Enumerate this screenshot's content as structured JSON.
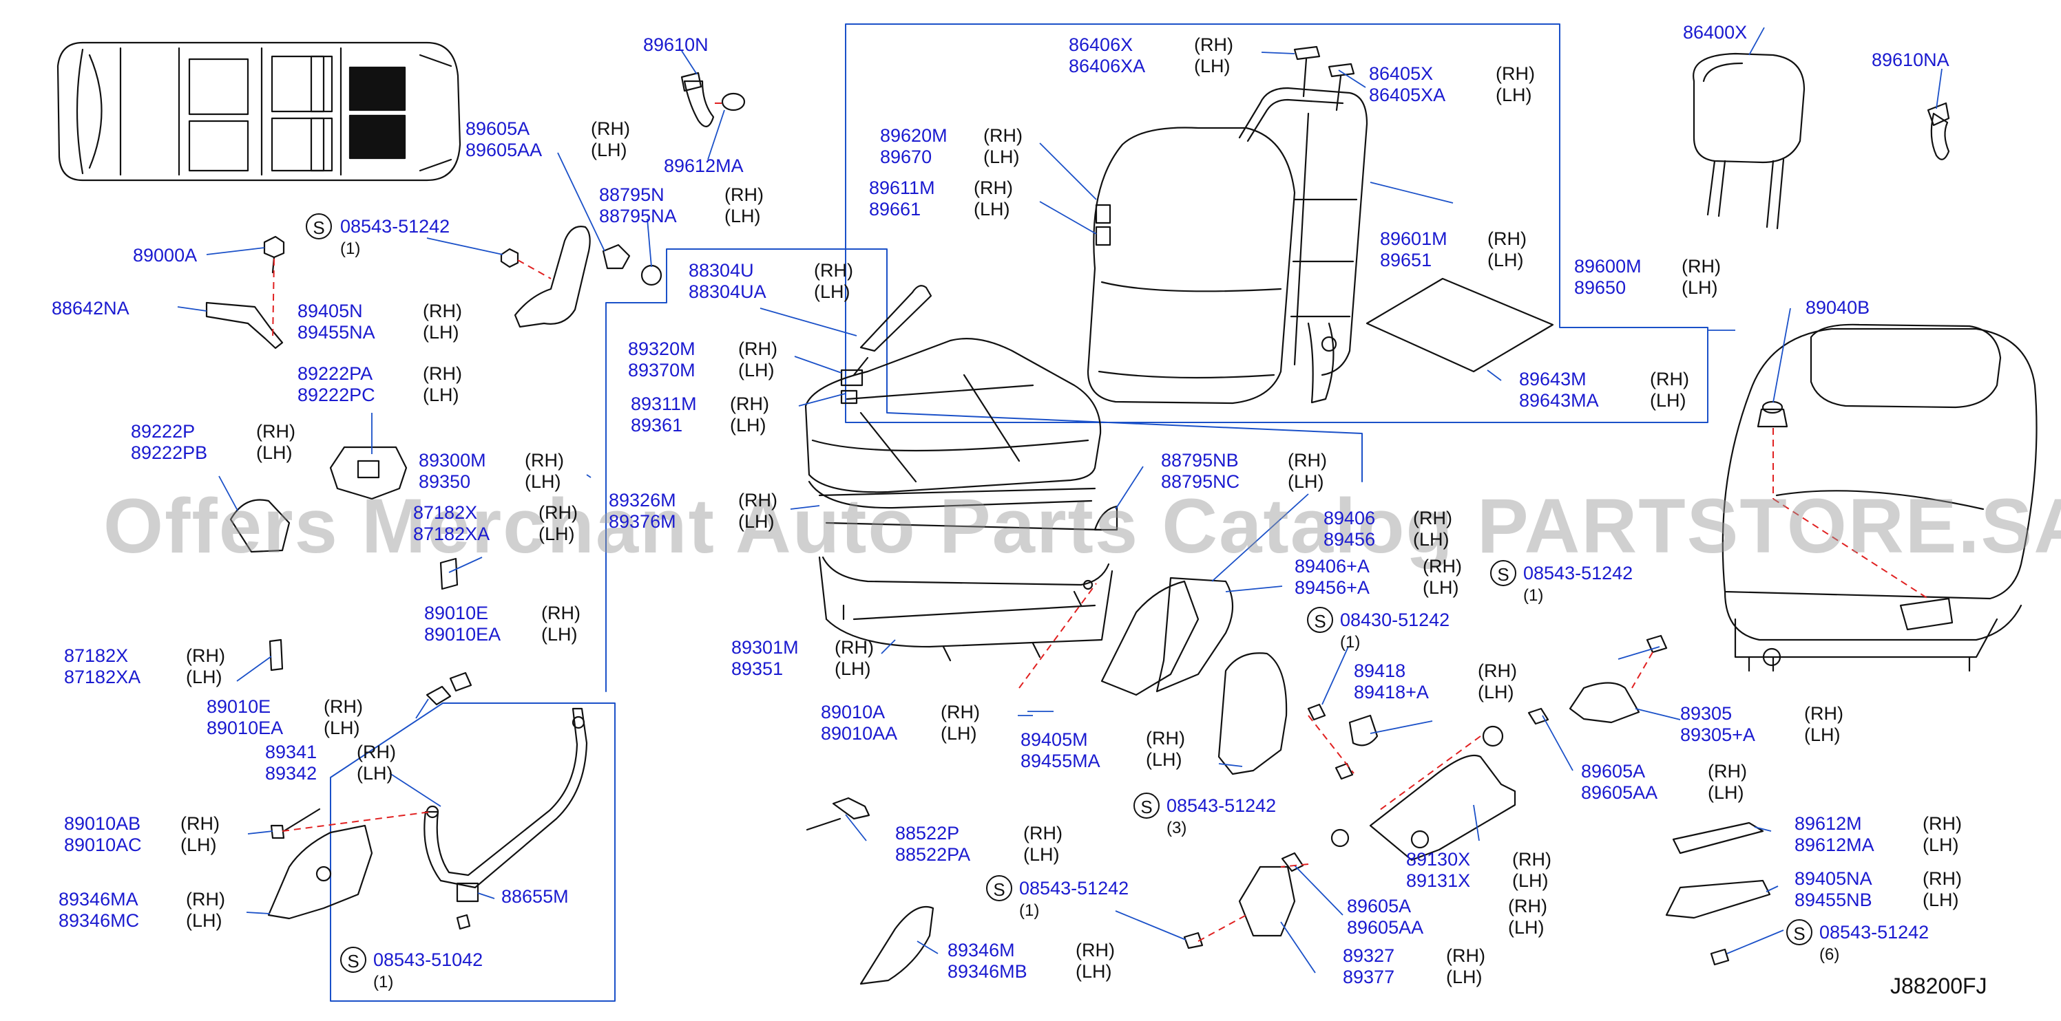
{
  "diagram_id": "J88200FJ",
  "watermark": "Offers Merchant Auto Parts Catalog PARTSTORE.SA",
  "s_badge_letter": "S",
  "colors": {
    "part_number": "#1a1ad0",
    "leader": "#1a1ad0",
    "dashed": "#e02020",
    "drawing": "#111111"
  },
  "labels": [
    {
      "id": "l1",
      "pn": "89610N"
    },
    {
      "id": "l2",
      "pn": "89612MA"
    },
    {
      "id": "l3",
      "pn": "89605A\n89605AA",
      "sd": "(RH)\n(LH)"
    },
    {
      "id": "l4",
      "pn": "88795N\n88795NA",
      "sd": "(RH)\n(LH)"
    },
    {
      "id": "l5",
      "pn": "89000A"
    },
    {
      "id": "l6",
      "pn": "88642NA"
    },
    {
      "id": "l7",
      "pn": "89405N\n89455NA",
      "sd": "(RH)\n(LH)"
    },
    {
      "id": "l8",
      "pn": "89222PA\n89222PC",
      "sd": "(RH)\n(LH)"
    },
    {
      "id": "l9",
      "pn": "89222P\n89222PB",
      "sd": "(RH)\n(LH)"
    },
    {
      "id": "l10",
      "pn": "89300M\n89350",
      "sd": "(RH)\n(LH)"
    },
    {
      "id": "l11",
      "pn": "87182X\n87182XA",
      "sd": "(RH)\n(LH)"
    },
    {
      "id": "l12",
      "pn": "89010E\n89010EA",
      "sd": "(RH)\n(LH)"
    },
    {
      "id": "l13",
      "pn": "87182X\n87182XA",
      "sd": "(RH)\n(LH)"
    },
    {
      "id": "l14",
      "pn": "89010E\n89010EA",
      "sd": "(RH)\n(LH)"
    },
    {
      "id": "l15",
      "pn": "89341\n89342",
      "sd": "(RH)\n(LH)"
    },
    {
      "id": "l16",
      "pn": "89010AB\n89010AC",
      "sd": "(RH)\n(LH)"
    },
    {
      "id": "l17",
      "pn": "89346MA\n89346MC",
      "sd": "(RH)\n(LH)"
    },
    {
      "id": "l18",
      "pn": "88655M"
    },
    {
      "id": "l19",
      "pn": "88304U\n88304UA",
      "sd": "(RH)\n(LH)"
    },
    {
      "id": "l20",
      "pn": "89320M\n89370M",
      "sd": "(RH)\n(LH)"
    },
    {
      "id": "l21",
      "pn": "89311M\n89361",
      "sd": "(RH)\n(LH)"
    },
    {
      "id": "l22",
      "pn": "89326M\n89376M",
      "sd": "(RH)\n(LH)"
    },
    {
      "id": "l23",
      "pn": "89301M\n89351",
      "sd": "(RH)\n(LH)"
    },
    {
      "id": "l24",
      "pn": "89010A\n89010AA",
      "sd": "(RH)\n(LH)"
    },
    {
      "id": "l25",
      "pn": "89405M\n89455MA"
    },
    {
      "id": "l26",
      "pn": "88522P\n88522PA",
      "sd": "(RH)\n(LH)"
    },
    {
      "id": "l27",
      "pn": "89346M\n89346MB",
      "sd": "(RH)\n(LH)"
    },
    {
      "id": "l28",
      "pn": "86406X\n86406XA",
      "sd": "(RH)\n(LH)"
    },
    {
      "id": "l29",
      "pn": "86405X\n86405XA",
      "sd": "(RH)\n(LH)"
    },
    {
      "id": "l30",
      "pn": "89620M\n89670",
      "sd": "(RH)\n(LH)"
    },
    {
      "id": "l31",
      "pn": "89611M\n89661",
      "sd": "(RH)\n(LH)"
    },
    {
      "id": "l32",
      "pn": "89601M\n89651",
      "sd": "(RH)\n(LH)"
    },
    {
      "id": "l33",
      "pn": "89600M\n89650",
      "sd": "(RH)\n(LH)"
    },
    {
      "id": "l34",
      "pn": "89643M\n89643MA",
      "sd": "(RH)\n(LH)"
    },
    {
      "id": "l35",
      "pn": "88795NB\n88795NC",
      "sd": "(RH)\n(LH)"
    },
    {
      "id": "l36",
      "pn": "89406\n89456",
      "sd": "(RH)\n(LH)"
    },
    {
      "id": "l37",
      "pn": "89406+A\n89456+A",
      "sd": "(RH)\n(LH)"
    },
    {
      "id": "l38",
      "pn": "89418\n89418+A",
      "sd": "(RH)\n(LH)"
    },
    {
      "id": "l39",
      "sd": "(RH)\n(LH)"
    },
    {
      "id": "l40",
      "pn": "89305\n89305+A",
      "sd": "(RH)\n(LH)"
    },
    {
      "id": "l41",
      "pn": "89605A\n89605AA",
      "sd": "(RH)\n(LH)"
    },
    {
      "id": "l42",
      "pn": "89130X\n89131X",
      "sd": "(RH)\n(LH)"
    },
    {
      "id": "l43",
      "pn": "89605A\n89605AA",
      "sd": "(RH)\n(LH)"
    },
    {
      "id": "l44",
      "pn": "89327\n89377",
      "sd": "(RH)\n(LH)"
    },
    {
      "id": "l45",
      "pn": "86400X"
    },
    {
      "id": "l46",
      "pn": "89610NA"
    },
    {
      "id": "l47",
      "pn": "89040B"
    },
    {
      "id": "l48",
      "pn": "89612M\n89612MA",
      "sd": "(RH)\n(LH)"
    },
    {
      "id": "l49",
      "pn": "89405NA\n89455NB",
      "sd": "(RH)\n(LH)"
    }
  ],
  "s_callouts": [
    {
      "id": "s1",
      "code": "08543-51242",
      "qty": "(1)"
    },
    {
      "id": "s2",
      "code": "08543-51042",
      "qty": "(1)"
    },
    {
      "id": "s3",
      "code": "08543-51242",
      "qty": "(1)"
    },
    {
      "id": "s4",
      "code": "08430-51242",
      "qty": "(1)"
    },
    {
      "id": "s5",
      "code": "08543-51242",
      "qty": "(3)"
    },
    {
      "id": "s6",
      "code": "08543-51242",
      "qty": "(1)"
    },
    {
      "id": "s7",
      "code": "08543-51242",
      "qty": "(6)"
    }
  ]
}
